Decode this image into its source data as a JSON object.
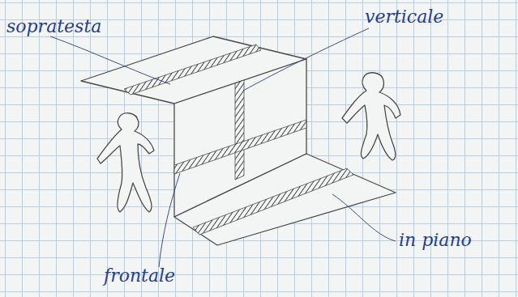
{
  "diagram": {
    "labels": [
      "sopratesta",
      "verticale",
      "frontale",
      "in piano"
    ]
  }
}
